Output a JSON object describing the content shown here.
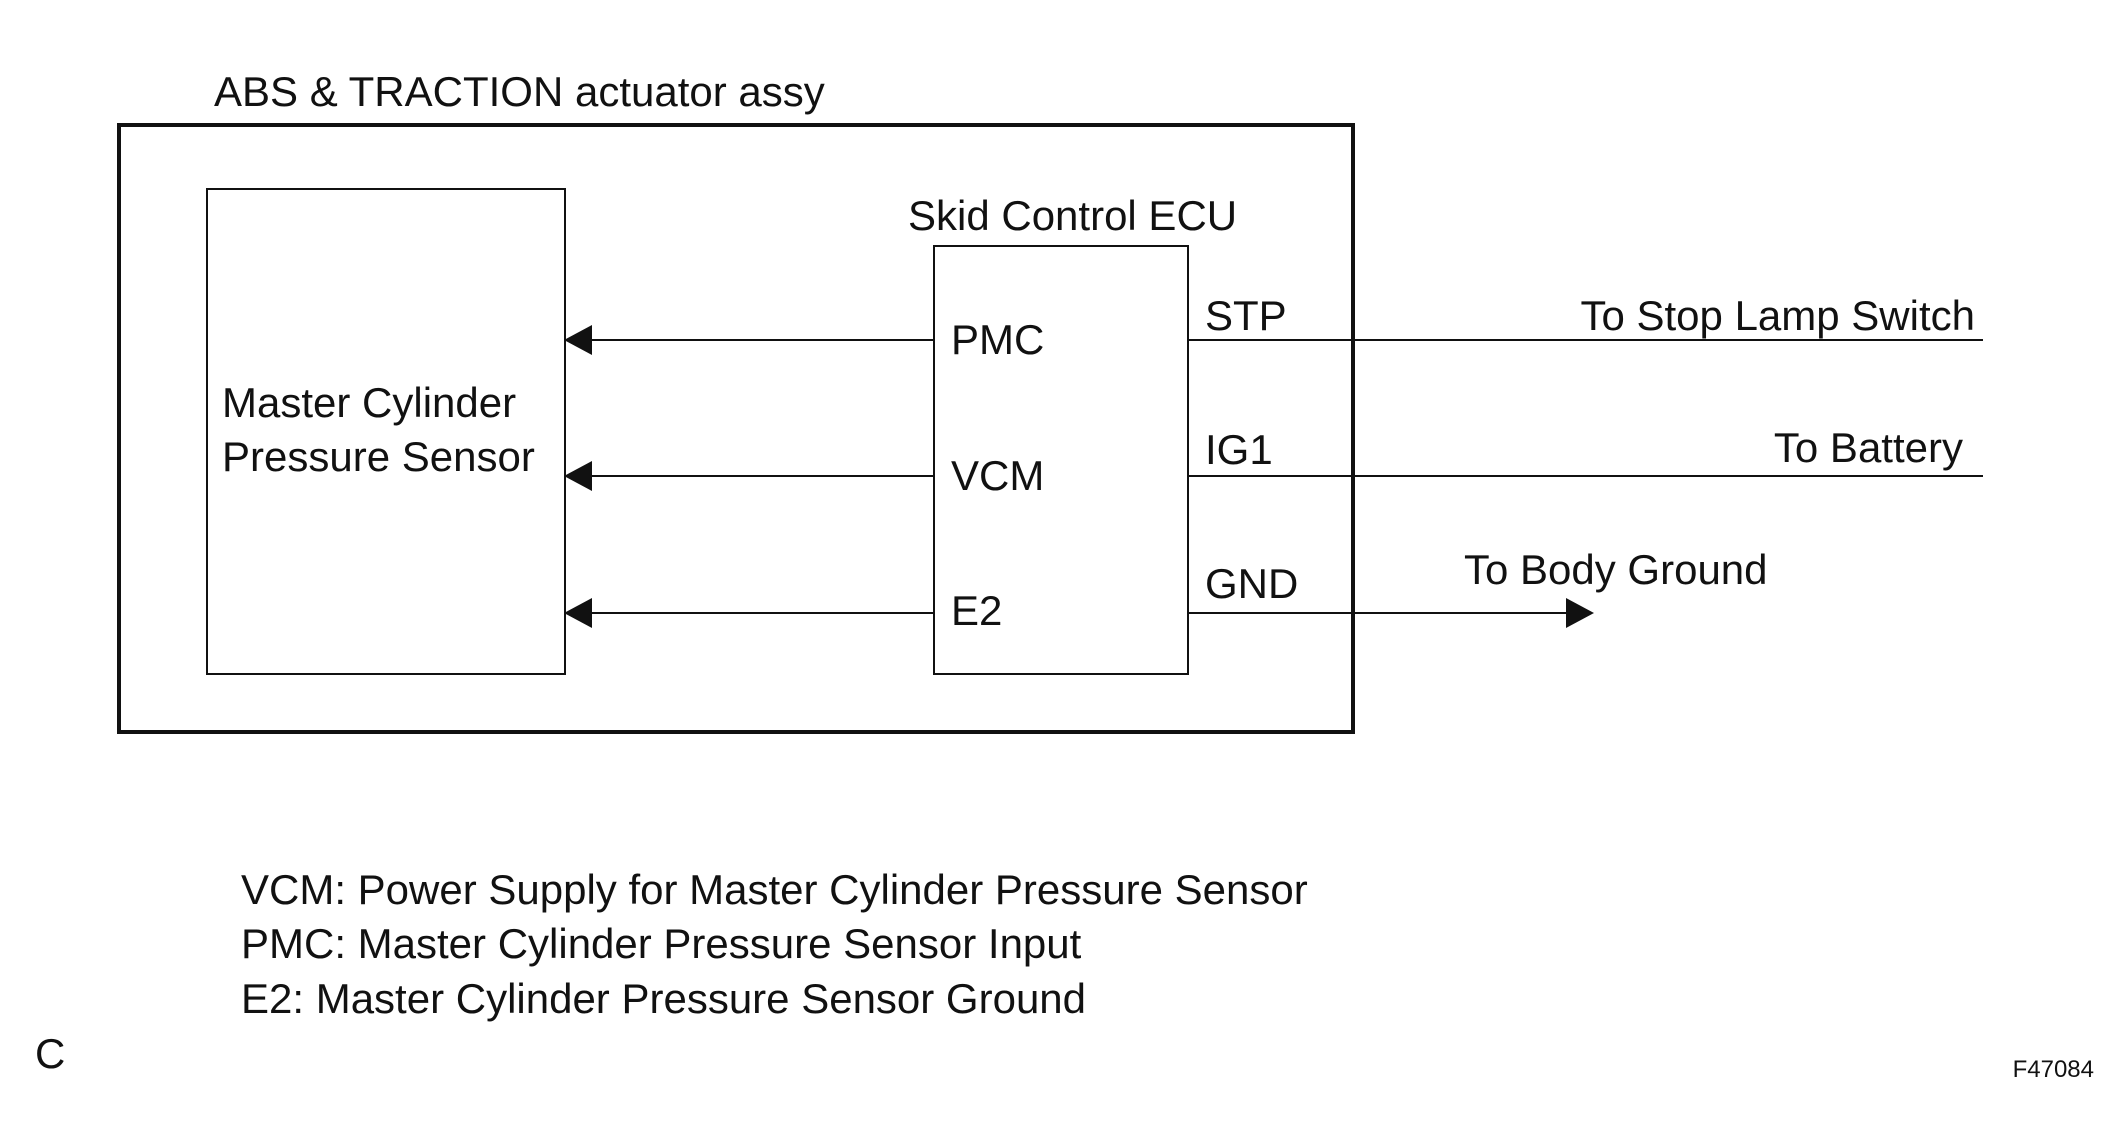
{
  "assembly": {
    "title": "ABS & TRACTION actuator assy"
  },
  "sensor": {
    "label_line1": "Master Cylinder",
    "label_line2": "Pressure Sensor"
  },
  "ecu": {
    "title": "Skid Control ECU",
    "left_terminals": [
      "PMC",
      "VCM",
      "E2"
    ],
    "right_terminals": [
      "STP",
      "IG1",
      "GND"
    ]
  },
  "connections": {
    "stop_lamp": "To Stop Lamp Switch",
    "battery": "To Battery",
    "body_ground": "To Body Ground"
  },
  "legend": [
    "VCM: Power Supply for Master Cylinder Pressure Sensor",
    "PMC: Master Cylinder Pressure Sensor Input",
    "E2: Master Cylinder Pressure Sensor Ground"
  ],
  "footer": {
    "corner_letter": "C",
    "figure_code": "F47084"
  }
}
